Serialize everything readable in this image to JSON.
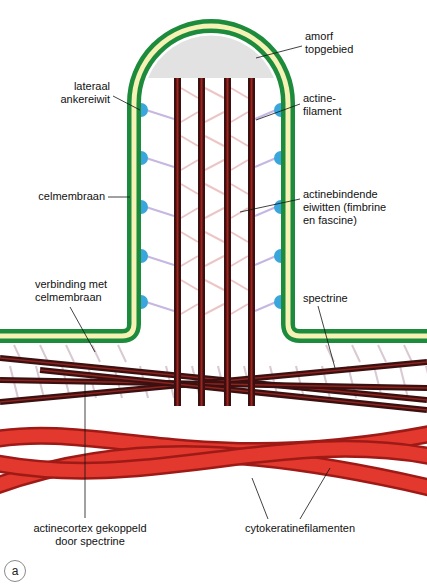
{
  "diagram": {
    "nodes": [
      {
        "text": [
          "a"
        ]
      }
    ],
    "labels": [
      "amorf topgebied",
      "lateraal ankereiwit",
      "actine- filament",
      "celmembraan",
      "actinebindende eiwitten (fimbrine en fascine)",
      "verbinding met celmembraan",
      "spectrine",
      "actinecortex gekoppeld door spectrine",
      "cytokeratinefilamenten"
    ]
  }
}
